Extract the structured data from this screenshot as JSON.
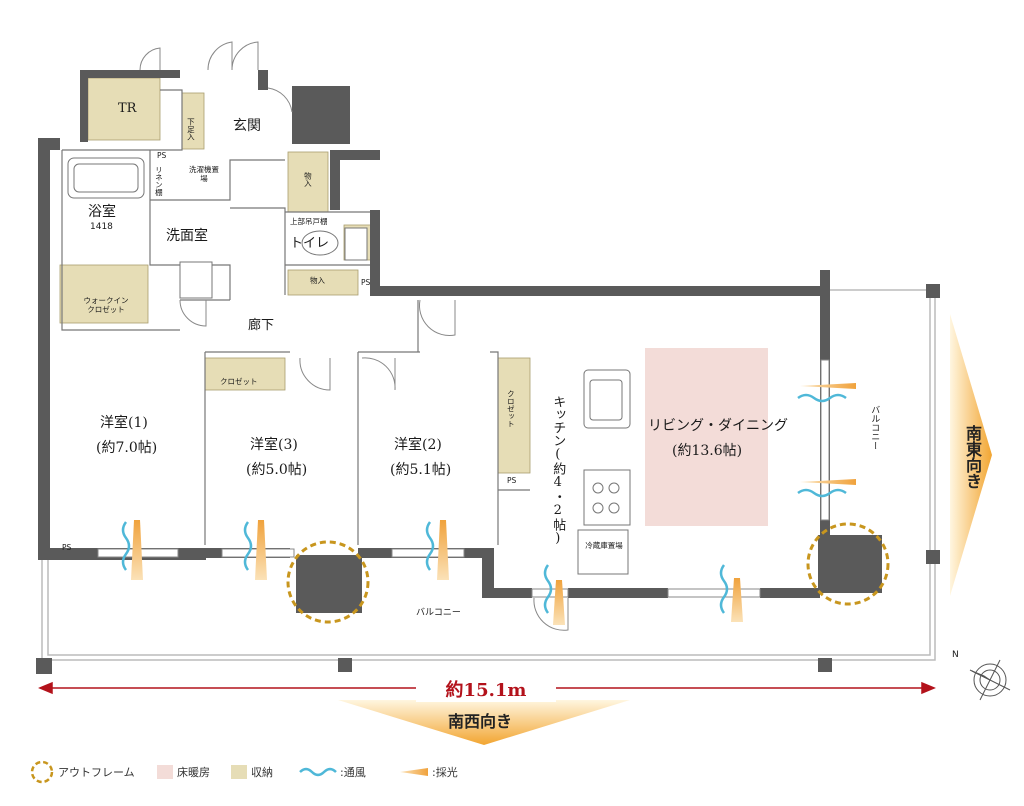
{
  "rooms": {
    "tr": "TR",
    "entrance": "玄関",
    "shoe_storage": "下足入",
    "ps_top": "PS",
    "bath": "浴室",
    "bath_size": "1418",
    "linen": "リネン棚",
    "washer": "洗濯機置場",
    "washroom": "洗面室",
    "storage_1": "物入",
    "upper_cabinet": "上部吊戸棚",
    "toilet": "トイレ",
    "storage_2": "物入",
    "ps_right": "PS",
    "walk_in": "ウォークイン\nクロゼット",
    "hallway": "廊下",
    "closet_3": "クロゼット",
    "closet_2": "クロゼット",
    "room1_name": "洋室(1)",
    "room1_size": "(約7.0帖)",
    "room3_name": "洋室(3)",
    "room3_size": "(約5.0帖)",
    "room2_name": "洋室(2)",
    "room2_size": "(約5.1帖)",
    "kitchen": "キッチン(約4・2帖)",
    "ps_kitchen": "PS",
    "fridge": "冷蔵庫置場",
    "living_name": "リビング・ダイニング",
    "living_size": "(約13.6帖)",
    "balcony_right": "バルコニー",
    "ps_bottom": "PS",
    "balcony_bottom": "バルコニー"
  },
  "dimension": "約15.1m",
  "directions": {
    "southwest": "南西向き",
    "southeast": "南東向き",
    "compass_n": "N"
  },
  "legend": [
    {
      "label": "アウトフレーム"
    },
    {
      "label": "床暖房"
    },
    {
      "label": "収納"
    },
    {
      "label": ":通風"
    },
    {
      "label": ":採光"
    }
  ],
  "colors": {
    "wall": "#5a5a5a",
    "floor_heating": "#f3dcd8",
    "storage": "#e6ddb6",
    "outframe": "#c8961e",
    "wind": "#4fb8d8",
    "light": "#f0a23c",
    "dimension": "#b3121b",
    "direction_arrow": "#f2a531"
  }
}
